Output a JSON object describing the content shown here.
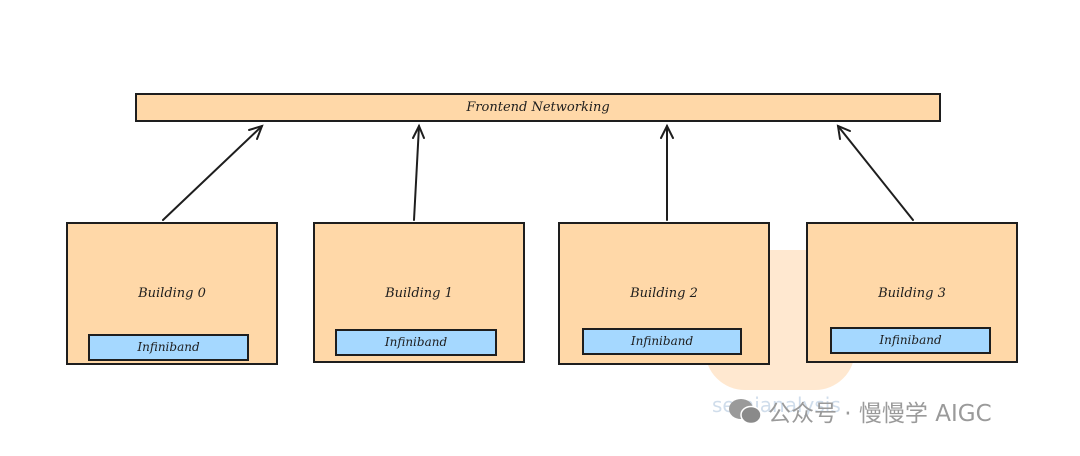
{
  "frontend": {
    "label": "Frontend Networking"
  },
  "buildings": [
    {
      "label": "Building 0",
      "interconnect": "Infiniband"
    },
    {
      "label": "Building 1",
      "interconnect": "Infiniband"
    },
    {
      "label": "Building 2",
      "interconnect": "Infiniband"
    },
    {
      "label": "Building 3",
      "interconnect": "Infiniband"
    }
  ],
  "watermark": {
    "text": "公众号 · 慢慢学 AIGC",
    "logo_text": "semianalysis"
  },
  "colors": {
    "building_fill": "#ffd8a8",
    "infiniband_fill": "#a5d8ff",
    "stroke": "#1e1e1e"
  }
}
